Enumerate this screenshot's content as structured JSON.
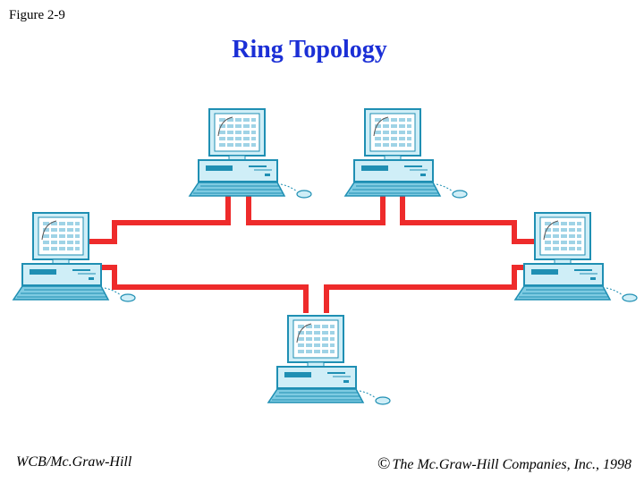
{
  "figure_label": "Figure 2-9",
  "title": "Ring Topology",
  "footer": {
    "publisher": "WCB/Mc.Graw-Hill",
    "copyright_symbol": "©",
    "copyright_text": "The Mc.Graw-Hill Companies, Inc., 1998"
  },
  "colors": {
    "title": "#1b2fd6",
    "cable": "#ee2b2b",
    "computer_fill": "#cfeef7",
    "computer_dark": "#1f8fb3"
  },
  "nodes": [
    {
      "id": "computer-top-left",
      "icon": "desktop-computer-icon"
    },
    {
      "id": "computer-top-right",
      "icon": "desktop-computer-icon"
    },
    {
      "id": "computer-left",
      "icon": "desktop-computer-icon"
    },
    {
      "id": "computer-right",
      "icon": "desktop-computer-icon"
    },
    {
      "id": "computer-bottom",
      "icon": "desktop-computer-icon"
    }
  ]
}
